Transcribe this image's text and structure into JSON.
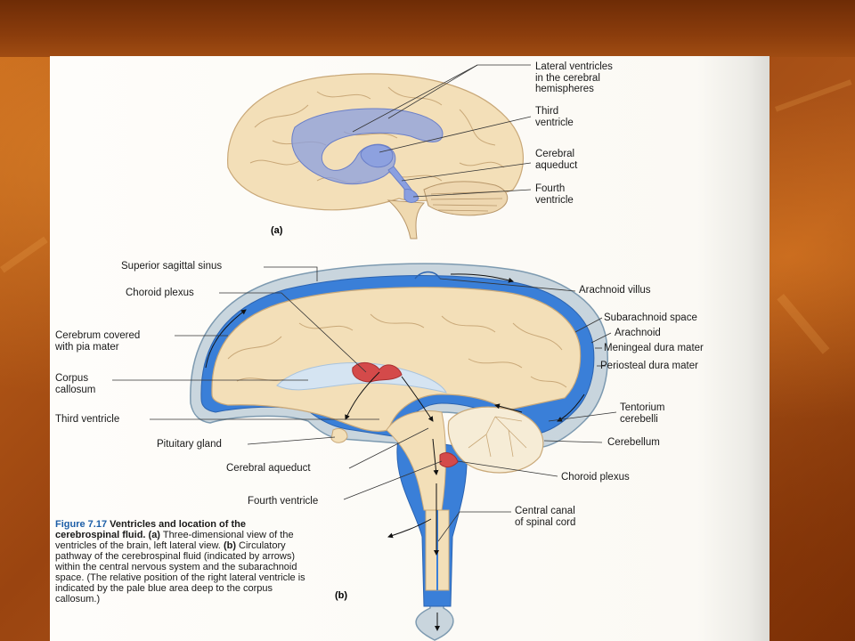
{
  "labels_a": {
    "lateral_ventricles": "Lateral ventricles\nin the cerebral\nhemispheres",
    "third_ventricle": "Third\nventricle",
    "cerebral_aqueduct": "Cerebral\naqueduct",
    "fourth_ventricle": "Fourth\nventricle",
    "part": "(a)"
  },
  "labels_b": {
    "superior_sagittal_sinus": "Superior sagittal sinus",
    "choroid_plexus_top": "Choroid plexus",
    "cerebrum": "Cerebrum covered\nwith pia mater",
    "corpus_callosum": "Corpus\ncallosum",
    "third_ventricle": "Third ventricle",
    "pituitary_gland": "Pituitary gland",
    "cerebral_aqueduct": "Cerebral aqueduct",
    "fourth_ventricle": "Fourth ventricle",
    "arachnoid_villus": "Arachnoid villus",
    "subarachnoid_space": "Subarachnoid space",
    "arachnoid": "Arachnoid",
    "meningeal_dura": "Meningeal dura mater",
    "periosteal_dura": "Periosteal dura mater",
    "tentorium": "Tentorium\ncerebelli",
    "cerebellum": "Cerebellum",
    "choroid_plexus_bottom": "Choroid plexus",
    "central_canal": "Central canal\nof spinal cord",
    "part": "(b)"
  },
  "caption": {
    "figure": "Figure 7.17",
    "title": "Ventricles and location of the cerebrospinal fluid.",
    "a_marker": "(a)",
    "a_text": "Three-dimensional view of the ventricles of the brain, left lateral view.",
    "b_marker": "(b)",
    "b_text": "Circulatory pathway of the cerebrospinal fluid (indicated by arrows) within the central nervous system and the subarachnoid space. (The relative position of the right lateral ventricle is indicated by the pale blue area deep to the corpus callosum.)"
  },
  "colors": {
    "brain": "#f3dfb8",
    "ventricle": "#8a9fe0",
    "csf_blue": "#3a7fd8",
    "dura": "#9fb7c8",
    "plexus": "#d44a4a",
    "caption_blue": "#1d5fa8"
  }
}
